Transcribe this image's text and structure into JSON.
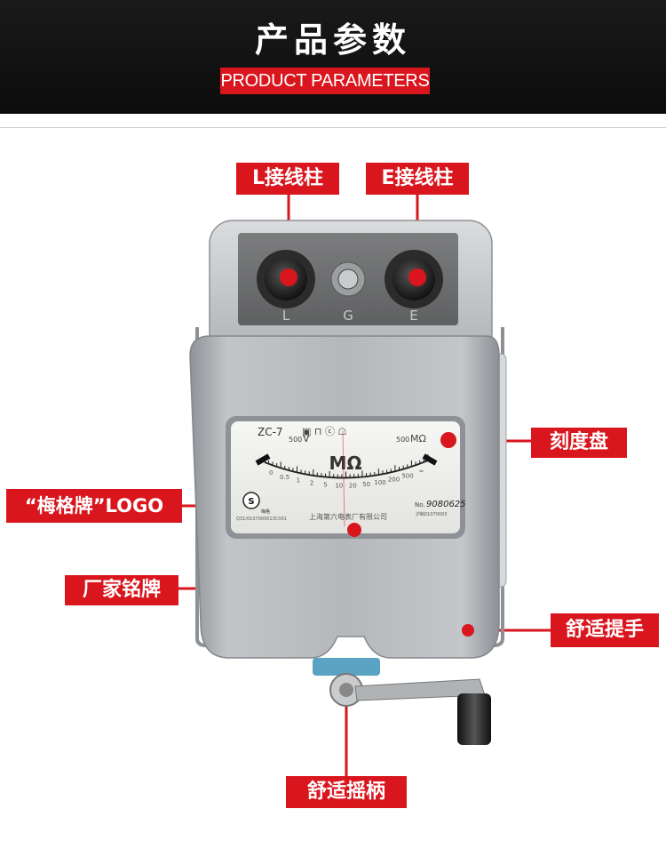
{
  "header": {
    "title": "产品参数",
    "subtitle": "PRODUCT PARAMETERS"
  },
  "callouts": {
    "l_terminal": "L接线柱",
    "e_terminal": "E接线柱",
    "dial": "刻度盘",
    "logo": "“梅格牌”LOGO",
    "manufacturer": "厂家铭牌",
    "handle": "舒适提手",
    "crank": "舒适摇柄"
  },
  "device": {
    "terminal_letters": [
      "L",
      "G",
      "E"
    ],
    "model": "ZC-7",
    "dial_unit": "MΩ",
    "voltage": "500",
    "voltage_unit": "V",
    "range": "500",
    "range_unit": "MΩ",
    "scale_ticks": [
      "0",
      "0.5",
      "1",
      "2",
      "5",
      "10",
      "20",
      "50",
      "100",
      "200",
      "500",
      "∞"
    ],
    "maker_name": "上海第六电表厂有限公司",
    "serial_prefix": "No.",
    "serial": "9080625",
    "logo_text": "梅格",
    "standard_code": "Q31/0107000013C001",
    "cert_code": "沪制01070003"
  },
  "colors": {
    "accent": "#d9161e",
    "header_bg": "#111111",
    "body_silver": "#a9adb1",
    "terminal_panel": "#6d6e6f"
  }
}
